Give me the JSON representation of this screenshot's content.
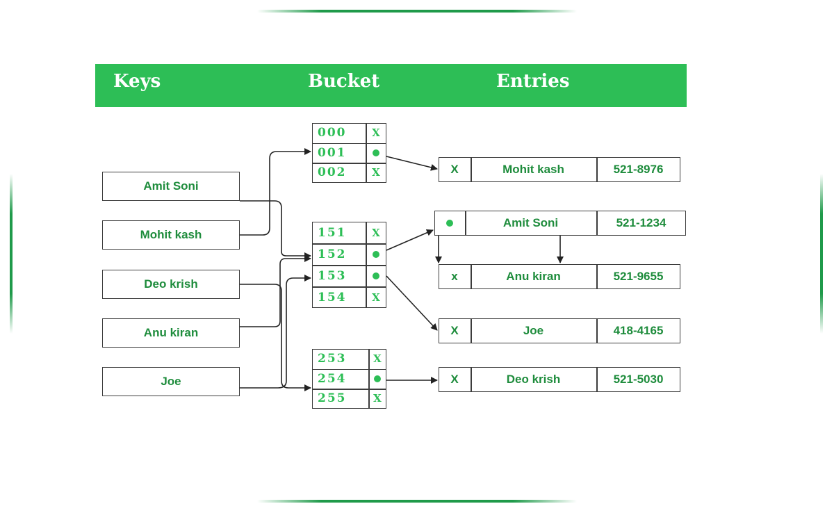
{
  "header": {
    "keys": "Keys",
    "bucket": "Bucket",
    "entries": "Entries"
  },
  "keys": [
    "Amit Soni",
    "Mohit kash",
    "Deo krish",
    "Anu kiran",
    "Joe"
  ],
  "buckets": [
    {
      "rows": [
        {
          "index": "000",
          "flag": "X"
        },
        {
          "index": "001",
          "flag": "dot"
        },
        {
          "index": "002",
          "flag": "X"
        }
      ]
    },
    {
      "rows": [
        {
          "index": "151",
          "flag": "X"
        },
        {
          "index": "152",
          "flag": "dot"
        },
        {
          "index": "153",
          "flag": "dot"
        },
        {
          "index": "154",
          "flag": "X"
        }
      ]
    },
    {
      "rows": [
        {
          "index": "253",
          "flag": "X"
        },
        {
          "index": "254",
          "flag": "dot"
        },
        {
          "index": "255",
          "flag": "X"
        }
      ]
    }
  ],
  "entries": [
    {
      "flag": "X",
      "name": "Mohit kash",
      "number": "521-8976"
    },
    {
      "flag": "dot",
      "name": "Amit Soni",
      "number": "521-1234"
    },
    {
      "flag": "x",
      "name": "Anu kiran",
      "number": "521-9655"
    },
    {
      "flag": "X",
      "name": "Joe",
      "number": "418-4165"
    },
    {
      "flag": "X",
      "name": "Deo krish",
      "number": "521-5030"
    }
  ],
  "colors": {
    "green": "#2dbe56",
    "darkGreen": "#1e8c3c",
    "line": "#222222"
  }
}
